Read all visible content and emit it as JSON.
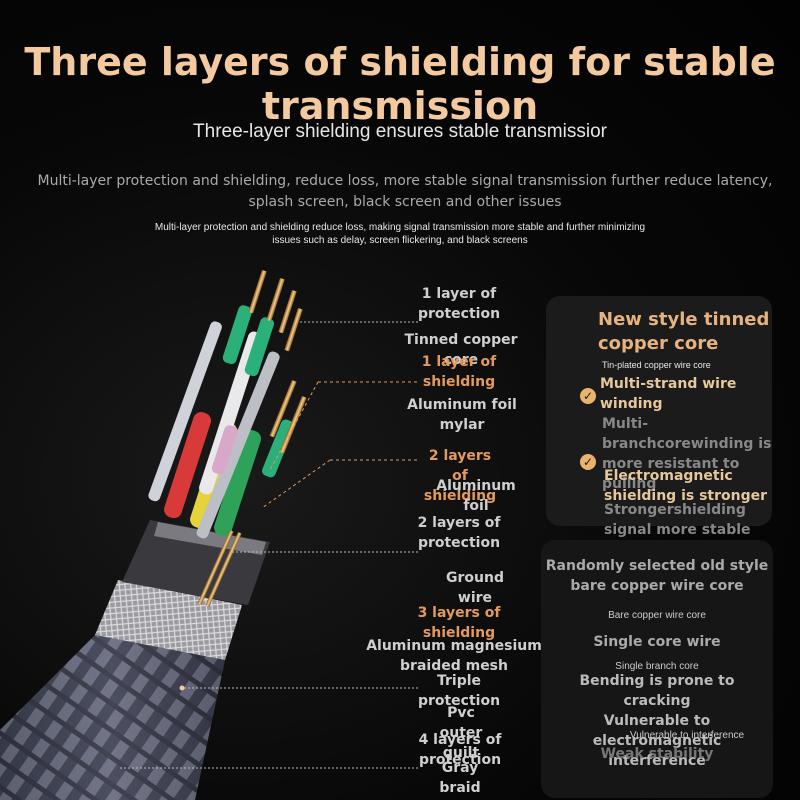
{
  "header": {
    "title": "Three layers of shielding for stable transmission",
    "subtitle": "Three-layer shielding ensures stable transmissior",
    "description": "Multi-layer protection and shielding, reduce loss, more stable signal transmission further reduce latency, splash screen, black screen and other issues",
    "description_small": "Multi-layer protection and shielding reduce loss, making signal transmission more stable and further minimizing issues such as delay, screen flickering, and black screens"
  },
  "labels": {
    "l1_protection": "1 layer of protection",
    "tinned_core": "Tinned copper core",
    "l1_shielding": "1 layer of shielding",
    "aluminum_foil_mylar": "Aluminum foil mylar",
    "l2_shielding": "2 layers of shielding",
    "aluminum_foil": "Aluminum foil",
    "l2_protection": "2 layers of protection",
    "ground_wire": "Ground wire",
    "l3_shielding": "3 layers of shielding",
    "al_mg_mesh": "Aluminum magnesium braided mesh",
    "triple_protection": "Triple protection",
    "pvc_quilt": "Pvc outer quilt",
    "l4_protection": "4 layers of protection",
    "gray_braid": "Gray braid"
  },
  "new_card": {
    "title": "New style tinned copper core",
    "subtitle": "Tin-plated copper wire core",
    "features": [
      {
        "title": "Multi-strand wire winding",
        "sub": "Multi-branchcorewinding is more resistant to pulling"
      },
      {
        "title": "Electromagnetic shielding is stronger",
        "sub": "Strongershielding signal more stable"
      }
    ]
  },
  "old_card": {
    "title": "Randomly selected old style bare copper wire core",
    "subtitle": "Bare copper wire core",
    "p1": "Single core wire",
    "p1_sub": "Single branch core",
    "p2": "Bending is prone to cracking",
    "p3": "Vulnerable to electromagnetic interference",
    "p3_sub": "Vulnerable to interference",
    "p4": "Weak stability"
  },
  "colors": {
    "accent": "#f3c9a0",
    "orange_label": "#e39a5c",
    "check": "#e8b36f"
  }
}
